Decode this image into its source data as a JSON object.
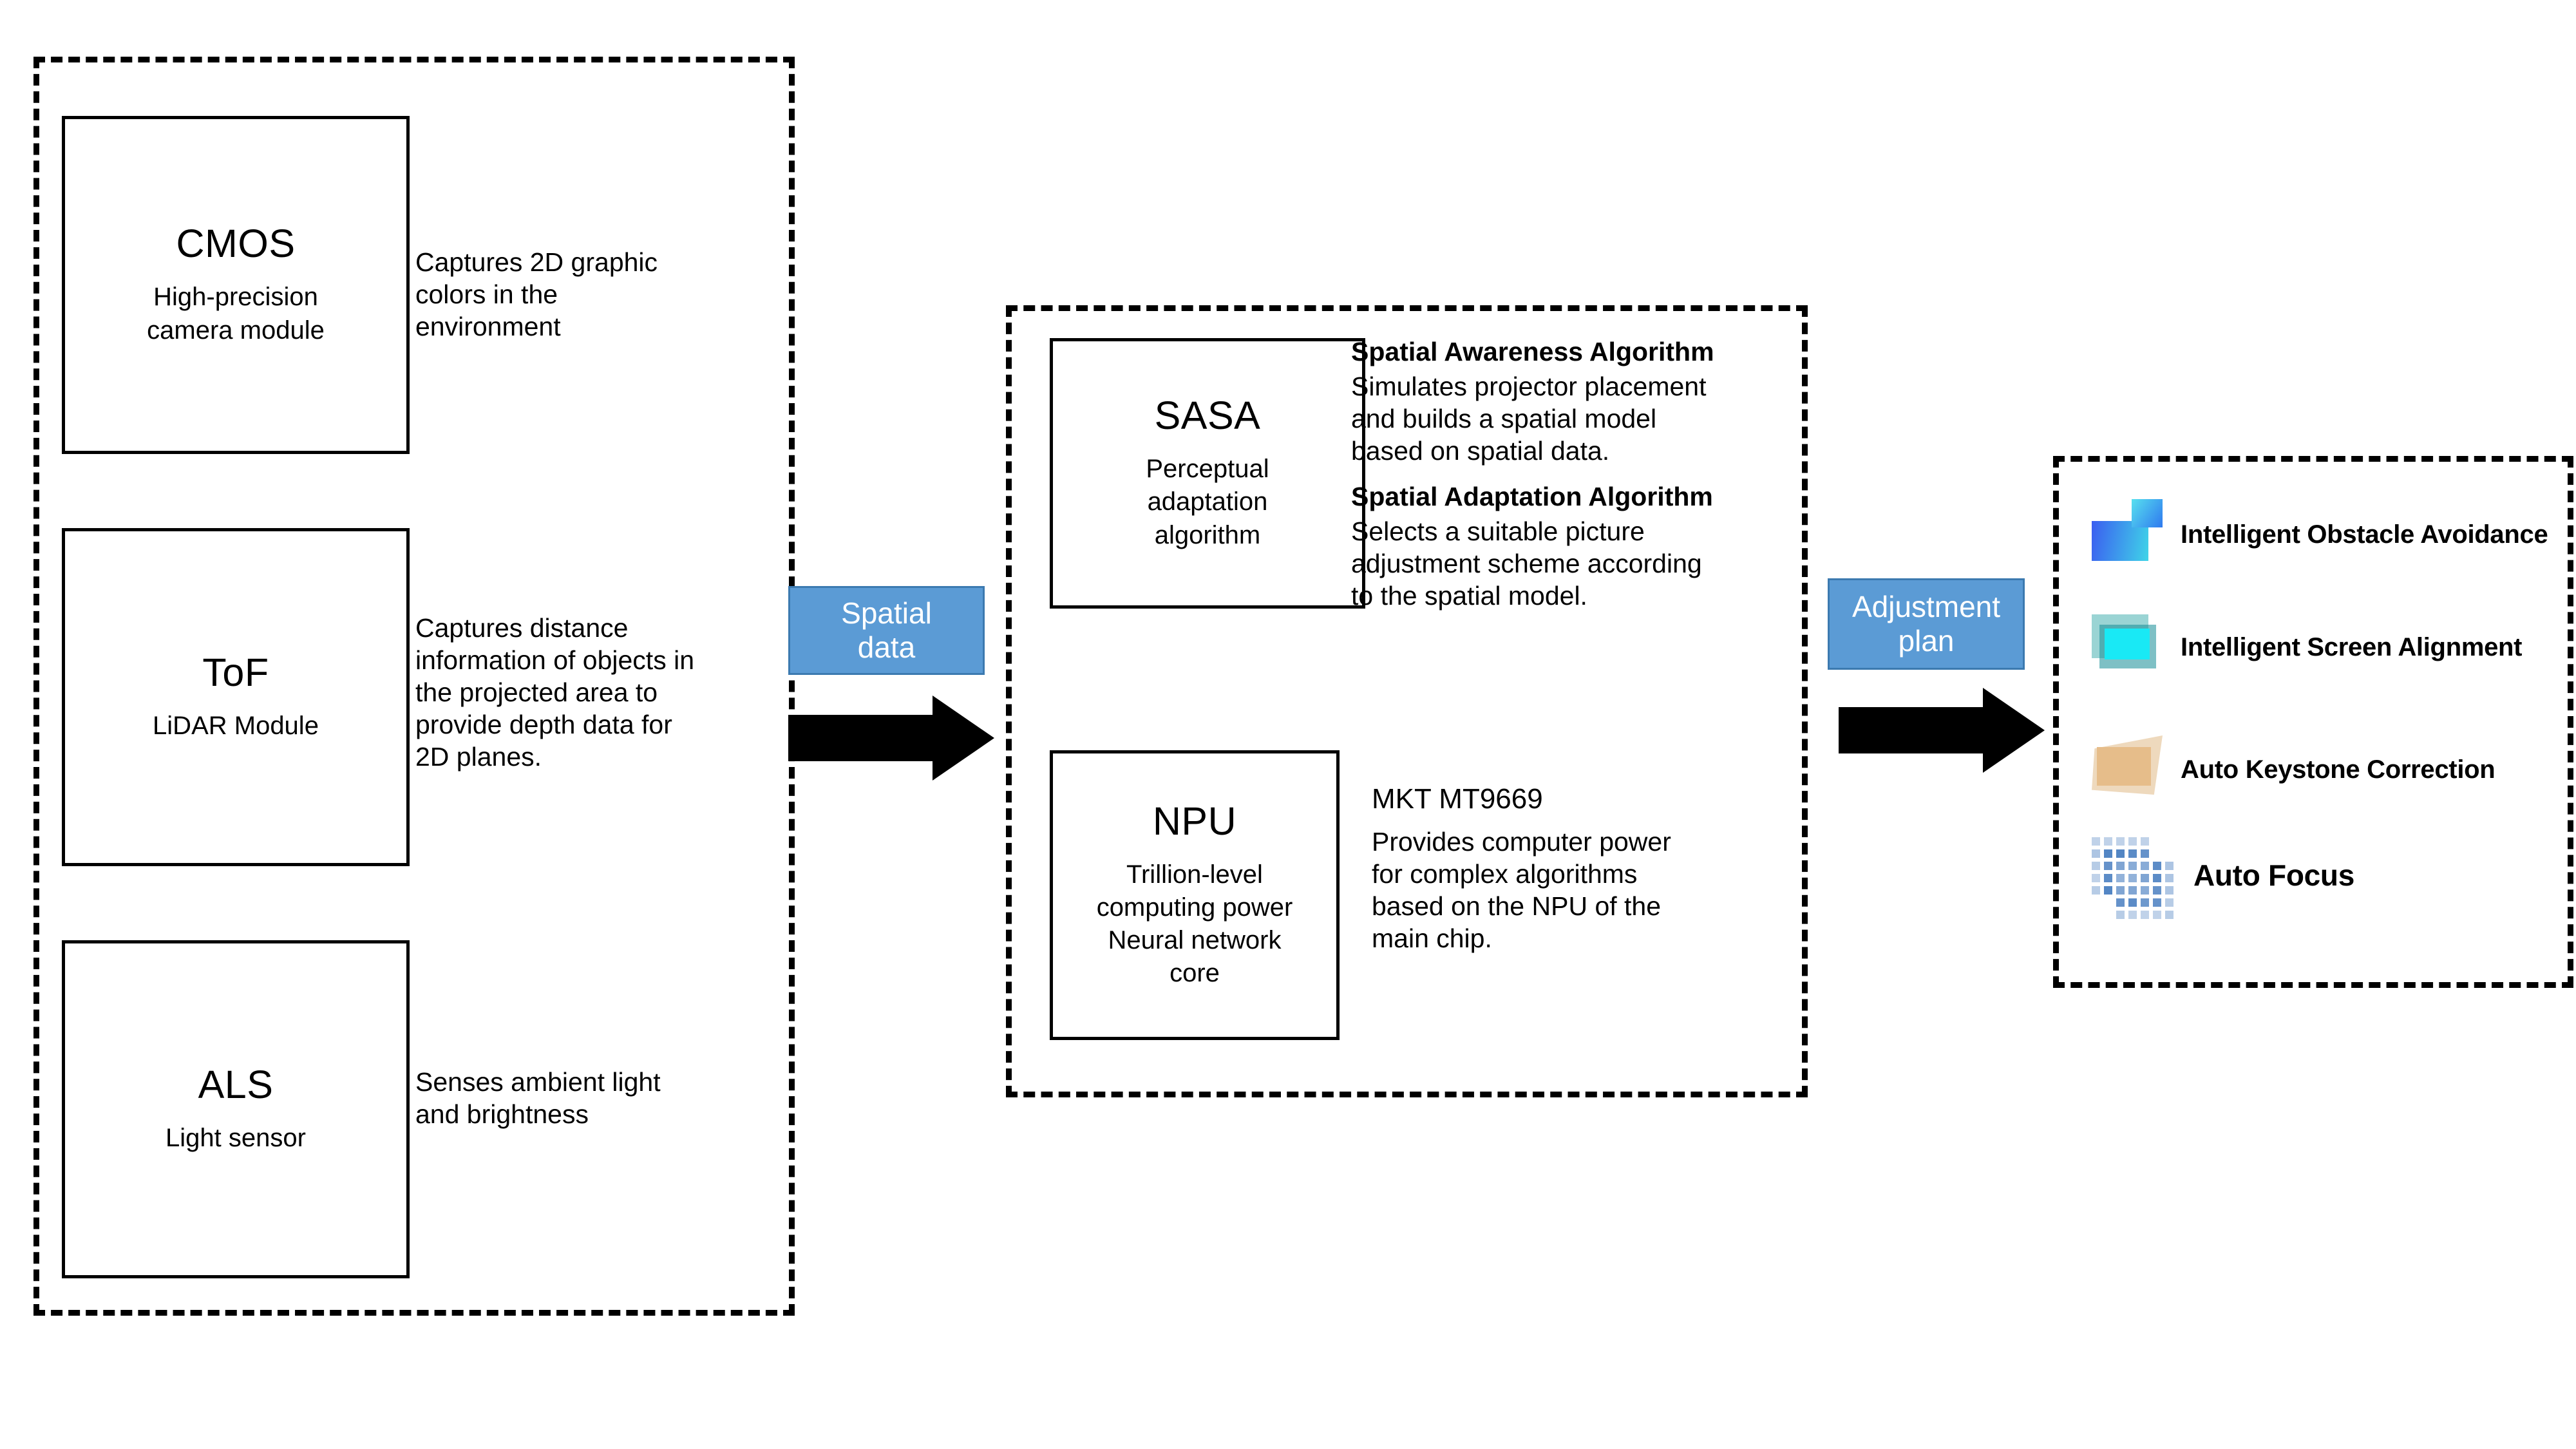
{
  "diagram": {
    "groups": {
      "sensors": {
        "name": "Sensor group"
      },
      "compute": {
        "name": "Compute group"
      },
      "outputs": {
        "name": "Output feature group"
      }
    }
  },
  "sensors": [
    {
      "id": "cmos",
      "title": "CMOS",
      "subtitle": "High-precision\ncamera module",
      "description": "Captures 2D graphic\ncolors in the\nenvironment"
    },
    {
      "id": "tof",
      "title": "ToF",
      "subtitle": "LiDAR Module",
      "description": "Captures distance\ninformation of objects in\nthe projected area to\nprovide depth data for\n2D planes."
    },
    {
      "id": "als",
      "title": "ALS",
      "subtitle": "Light sensor",
      "description": "Senses ambient light\nand brightness"
    }
  ],
  "compute": {
    "sasa": {
      "title": "SASA",
      "subtitle": "Perceptual\nadaptation\nalgorithm"
    },
    "algorithms": [
      {
        "heading": "Spatial Awareness Algorithm",
        "body": "Simulates projector placement\nand builds a spatial model\nbased on spatial data."
      },
      {
        "heading": "Spatial Adaptation Algorithm",
        "body": "Selects a suitable picture\nadjustment scheme according\nto the spatial model."
      }
    ],
    "npu": {
      "title": "NPU",
      "subtitle": "Trillion-level\ncomputing power\nNeural network\ncore",
      "chip_name": "MKT MT9669",
      "chip_body": "Provides computer power\nfor complex algorithms\nbased on the NPU of the\nmain chip."
    }
  },
  "flows": [
    {
      "label": "Spatial\ndata",
      "arrow": "right-arrow-icon"
    },
    {
      "label": "Adjustment\nplan",
      "arrow": "right-arrow-icon"
    }
  ],
  "outputs": [
    {
      "icon": "obstacle-avoidance-icon",
      "label": "Intelligent Obstacle Avoidance"
    },
    {
      "icon": "screen-alignment-icon",
      "label": "Intelligent Screen Alignment"
    },
    {
      "icon": "keystone-correction-icon",
      "label": "Auto Keystone Correction"
    },
    {
      "icon": "auto-focus-icon",
      "label": "Auto Focus"
    }
  ],
  "colors": {
    "flow_label_fill": "#5b9bd5",
    "flow_label_border": "#3c7ab0",
    "arrow": "#000000",
    "outline": "#000000",
    "obstacle_gradient_start": "#3b5df0",
    "obstacle_gradient_end": "#3fd4e8",
    "alignment_cyan": "#19e9f5",
    "keystone_tan": "#e6bd8a",
    "focus_blue": "#4a7fc1"
  }
}
